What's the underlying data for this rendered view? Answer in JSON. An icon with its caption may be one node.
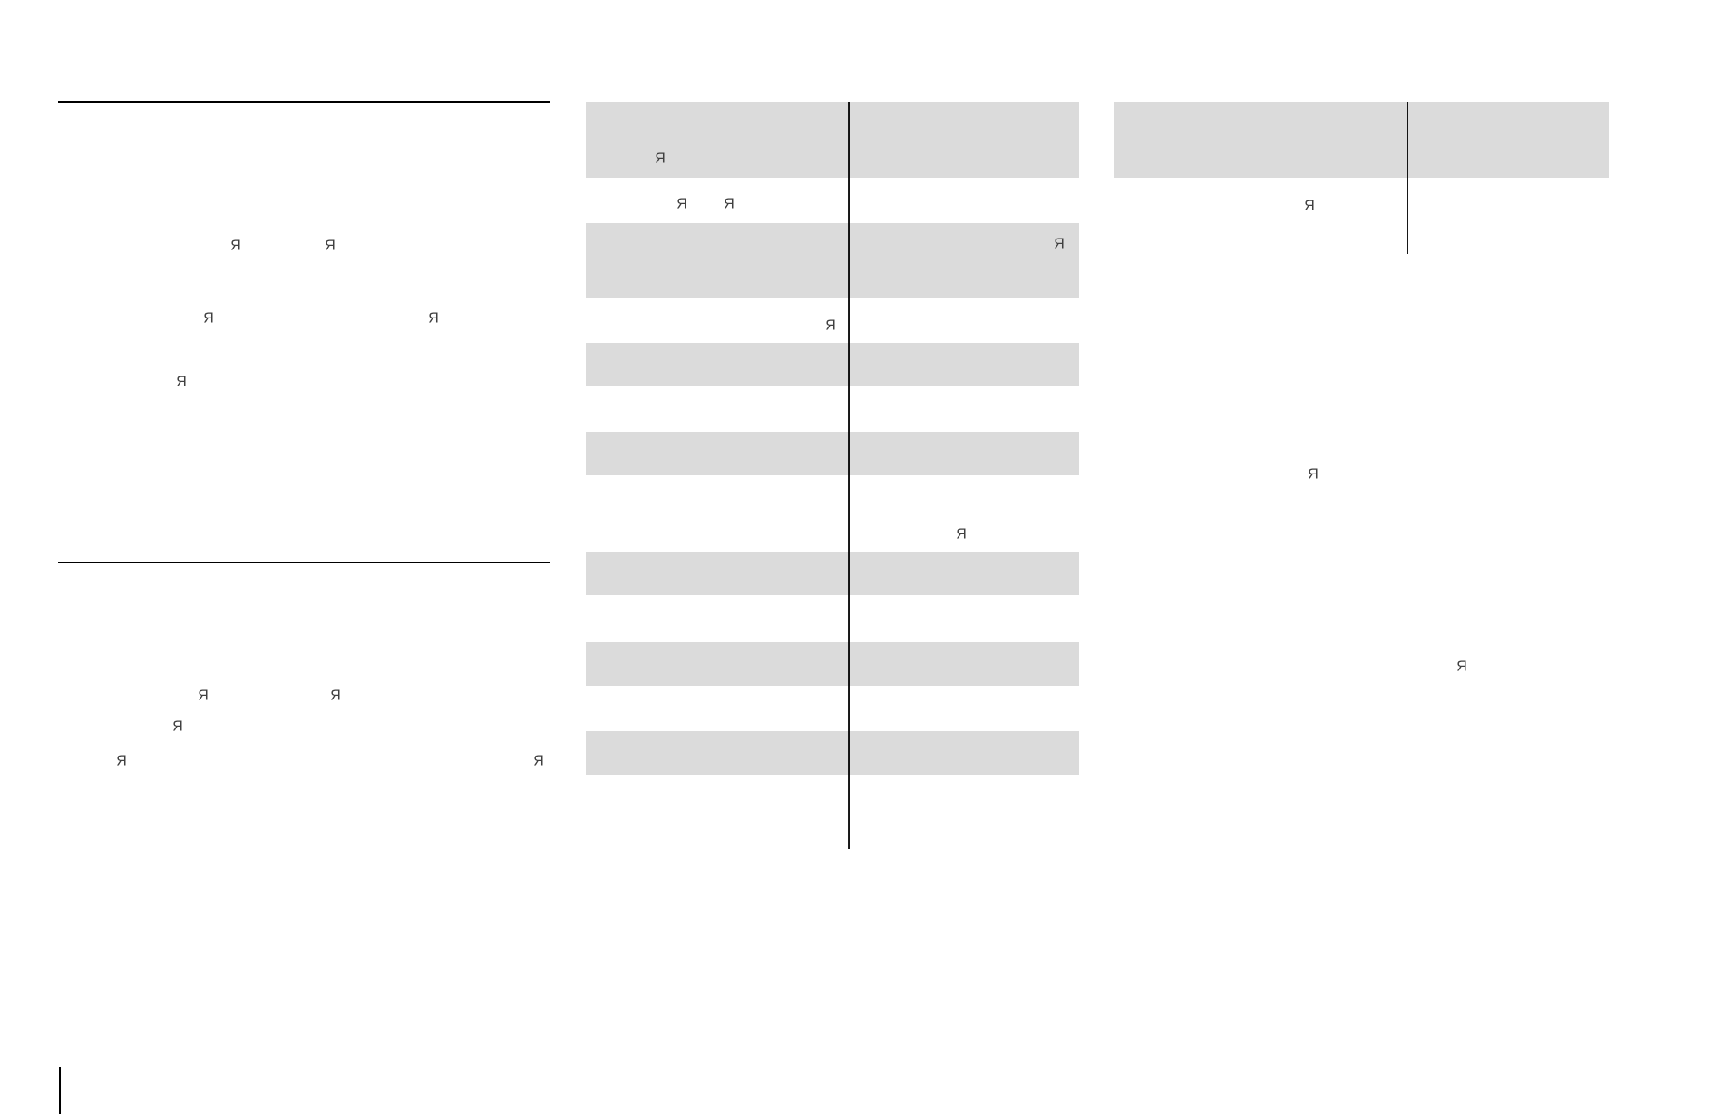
{
  "diagram": {
    "labels": [
      "Я",
      "Я",
      "Я",
      "Я",
      "Я",
      "Я",
      "Я",
      "Я",
      "Я",
      "Я",
      "Я",
      "Я",
      "Я",
      "Я",
      "Я",
      "Я",
      "Я",
      "Я",
      "Я"
    ]
  }
}
